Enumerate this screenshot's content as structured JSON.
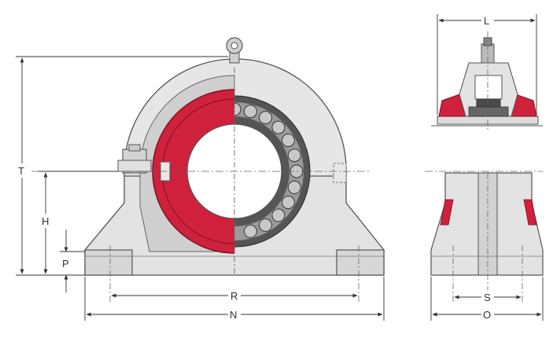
{
  "colors": {
    "housing": "#e3e3e3",
    "housing_outline": "#555555",
    "seal": "#d0213c",
    "bearing_dark": "#555555",
    "bearing_mid": "#9a9a9a",
    "roller": "#c8c8c8",
    "dimension_line": "#333333"
  },
  "labels": {
    "T": "T",
    "H": "H",
    "P": "P",
    "R": "R",
    "N": "N",
    "L": "L",
    "S": "S",
    "O": "O"
  }
}
